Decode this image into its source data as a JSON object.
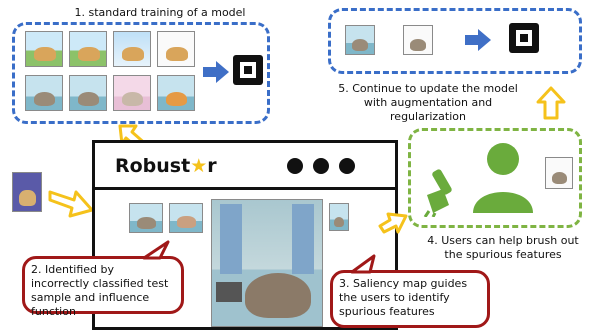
{
  "steps": {
    "step1": "1. standard training of a model",
    "step2": "2. Identified by incorrectly classified test sample and influence function",
    "step3": "3. Saliency map guides the users to identify spurious features",
    "step4": "4. Users can help brush out the spurious features",
    "step5": "5. Continue to update the model with augmentation and regularization"
  },
  "app": {
    "logo_text_1": "Robust",
    "logo_text_2": "r",
    "window_dots": 3
  },
  "colors": {
    "blue_dash": "#3a6ec8",
    "green_dash": "#7fb443",
    "red_callout": "#a01818",
    "arrow_yellow": "#f5c21b",
    "arrow_blue": "#3f6fc6",
    "user_green": "#6aab3c"
  },
  "icons": [
    "chip-icon",
    "blue-right-arrow-icon",
    "yellow-arrow-icon",
    "user-icon",
    "brush-icon",
    "star-icon"
  ]
}
